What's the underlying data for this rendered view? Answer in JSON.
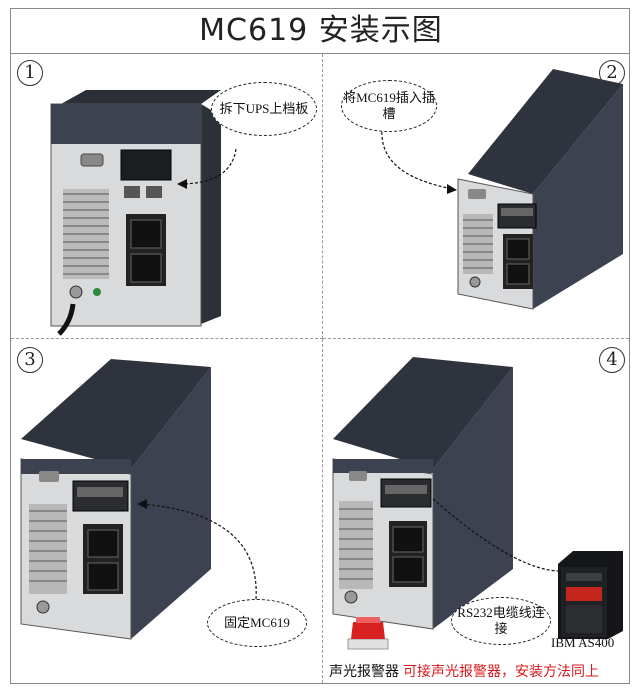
{
  "title": "MC619 安装示图",
  "steps": [
    {
      "number": "1",
      "callout": "拆下UPS上档板"
    },
    {
      "number": "2",
      "callout": "将MC619插入插槽"
    },
    {
      "number": "3",
      "callout": "固定MC619"
    },
    {
      "number": "4",
      "callout": "RS232电缆线连接"
    }
  ],
  "labels": {
    "server": "IBM AS400",
    "alarm": "声光报警器",
    "alarm_note": "可接声光报警器，安装方法同上"
  },
  "colors": {
    "ups_body": "#3c4250",
    "ups_top": "#2e333d",
    "panel_back": "#d8dadc",
    "alarm_red": "#d92020",
    "note_red": "#d8181a"
  }
}
